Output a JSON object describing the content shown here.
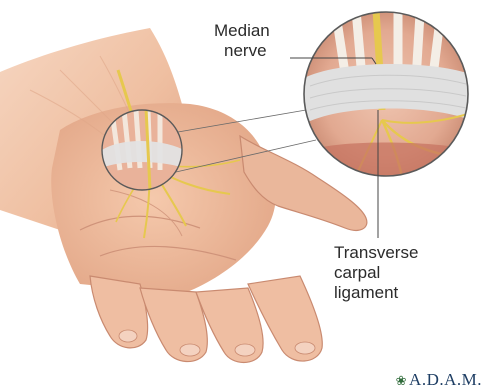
{
  "labels": {
    "median_line1": "Median",
    "median_line2": "nerve",
    "transverse_line1": "Transverse",
    "transverse_line2": "carpal",
    "transverse_line3": "ligament"
  },
  "brand": {
    "logo_text": "A.D.A.M.",
    "leaf_icon": "leaf-icon"
  },
  "colors": {
    "skin": "#f2c6a9",
    "skin_shadow": "#d89b7d",
    "nerve": "#e3c444",
    "ligament": "#dcdcdc",
    "text": "#2b2b2b",
    "brand": "#1d3d63"
  }
}
